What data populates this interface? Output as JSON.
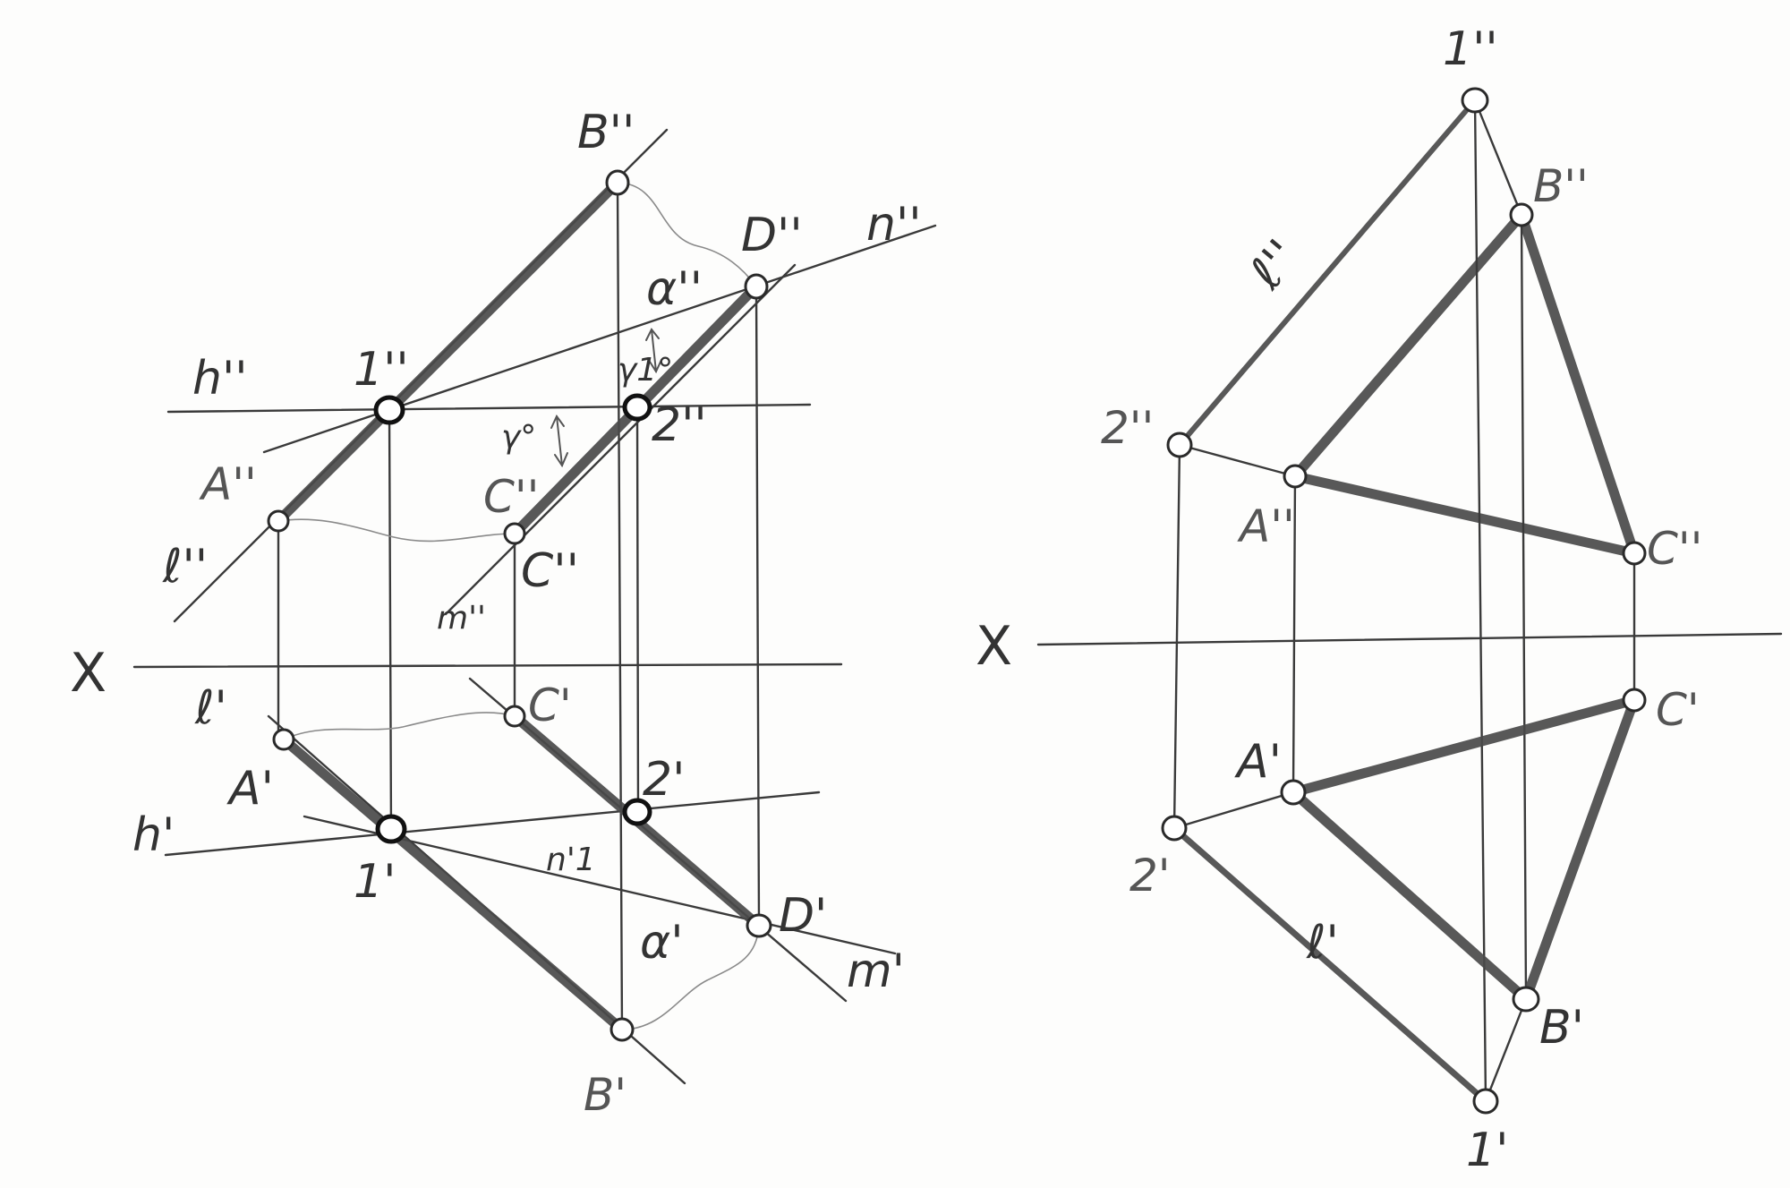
{
  "left": {
    "axis": "X",
    "B2": "B''",
    "D2": "D''",
    "n1_2": "n''",
    "alpha2": "α''",
    "gamma1": "γ1°",
    "h2": "h''",
    "p1_2": "1''",
    "A2": "A''",
    "gamma": "γ°",
    "C2a": "C''",
    "p2_2": "2''",
    "l2": "ℓ''",
    "m2": "m''",
    "C2b": "C''",
    "l1": "ℓ'",
    "C1": "C'",
    "A1": "A'",
    "p2_1": "2'",
    "h1": "h'",
    "p1_1": "1'",
    "n1_1": "n'1",
    "D1": "D'",
    "alpha1": "α'",
    "m1": "m'",
    "B1": "B'"
  },
  "right": {
    "axis": "X",
    "p1_2": "1''",
    "B2": "B''",
    "l2": "ℓ''",
    "p2_2": "2''",
    "A2": "A''",
    "C2": "C''",
    "C1": "C'",
    "A1": "A'",
    "p2_1": "2'",
    "l1": "ℓ'",
    "B1": "B'",
    "p1_1": "1'"
  }
}
